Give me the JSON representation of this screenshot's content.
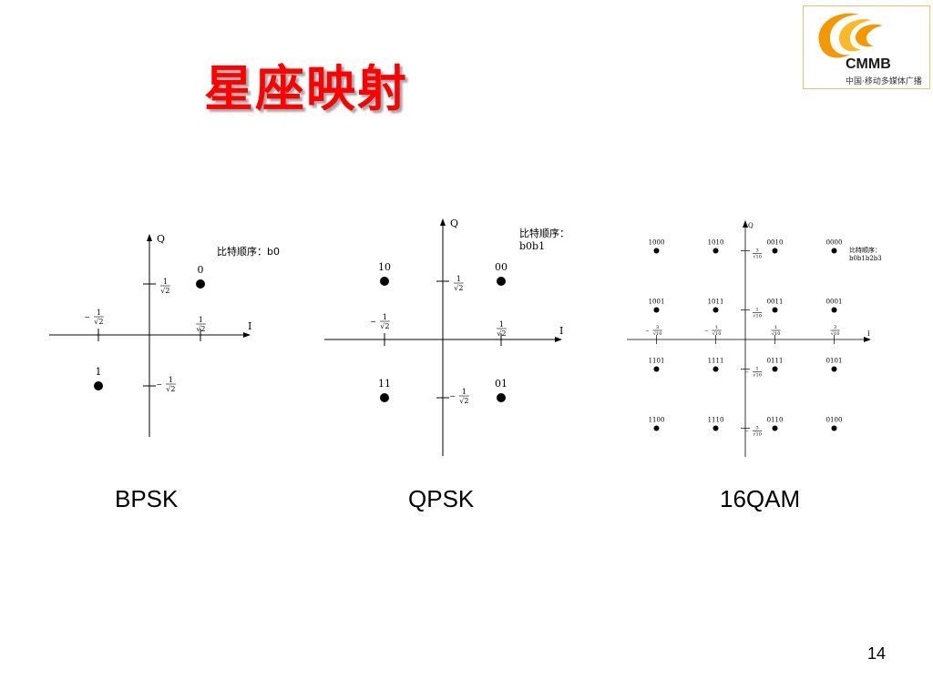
{
  "slide": {
    "title": "星座映射",
    "page_number": "14"
  },
  "logo": {
    "brand": "CMMB",
    "subtitle": "中国·移动多媒体广播",
    "colors": {
      "swirl": "#f39800",
      "swirl_light": "#fbb829",
      "border": "#e9c46a"
    }
  },
  "colors": {
    "title": "#ff0000",
    "axis": "#000000",
    "point": "#000000"
  },
  "chart_data": [
    {
      "type": "scatter",
      "name_label": "BPSK",
      "axis_labels": {
        "x": "I",
        "y": "Q"
      },
      "bit_order": "比特顺序：b0",
      "points": [
        {
          "i": 0.7071,
          "q": 0.7071,
          "label": "0"
        },
        {
          "i": -0.7071,
          "q": -0.7071,
          "label": "1"
        }
      ],
      "tick_labels": {
        "x_pos": "1/√2",
        "x_neg": "-1/√2",
        "y_pos": "1/√2",
        "y_neg": "-1/√2"
      }
    },
    {
      "type": "scatter",
      "name_label": "QPSK",
      "axis_labels": {
        "x": "I",
        "y": "Q"
      },
      "bit_order": "比特顺序：b0b1",
      "points": [
        {
          "i": 0.7071,
          "q": 0.7071,
          "label": "00"
        },
        {
          "i": -0.7071,
          "q": 0.7071,
          "label": "10"
        },
        {
          "i": -0.7071,
          "q": -0.7071,
          "label": "11"
        },
        {
          "i": 0.7071,
          "q": -0.7071,
          "label": "01"
        }
      ],
      "tick_labels": {
        "x_pos": "1/√2",
        "x_neg": "-1/√2",
        "y_pos": "1/√2",
        "y_neg": "-1/√2"
      }
    },
    {
      "type": "scatter",
      "name_label": "16QAM",
      "axis_labels": {
        "x": "I",
        "y": "Q"
      },
      "bit_order": "比特顺序：b0b1b2b3",
      "points": [
        {
          "i": -3,
          "q": 3,
          "label": "1000"
        },
        {
          "i": -1,
          "q": 3,
          "label": "1010"
        },
        {
          "i": 1,
          "q": 3,
          "label": "0010"
        },
        {
          "i": 3,
          "q": 3,
          "label": "0000"
        },
        {
          "i": -3,
          "q": 1,
          "label": "1001"
        },
        {
          "i": -1,
          "q": 1,
          "label": "1011"
        },
        {
          "i": 1,
          "q": 1,
          "label": "0011"
        },
        {
          "i": 3,
          "q": 1,
          "label": "0001"
        },
        {
          "i": -3,
          "q": -1,
          "label": "1101"
        },
        {
          "i": -1,
          "q": -1,
          "label": "1111"
        },
        {
          "i": 1,
          "q": -1,
          "label": "0111"
        },
        {
          "i": 3,
          "q": -1,
          "label": "0101"
        },
        {
          "i": -3,
          "q": -3,
          "label": "1100"
        },
        {
          "i": -1,
          "q": -3,
          "label": "1110"
        },
        {
          "i": 1,
          "q": -3,
          "label": "0110"
        },
        {
          "i": 3,
          "q": -3,
          "label": "0100"
        }
      ],
      "x_tick_labels": [
        "-3/√10",
        "-1/√10",
        "1/√10",
        "3/√10"
      ],
      "y_tick_labels": [
        "3/√10",
        "1/√10",
        "-1/√10",
        "-3/√10"
      ]
    }
  ]
}
